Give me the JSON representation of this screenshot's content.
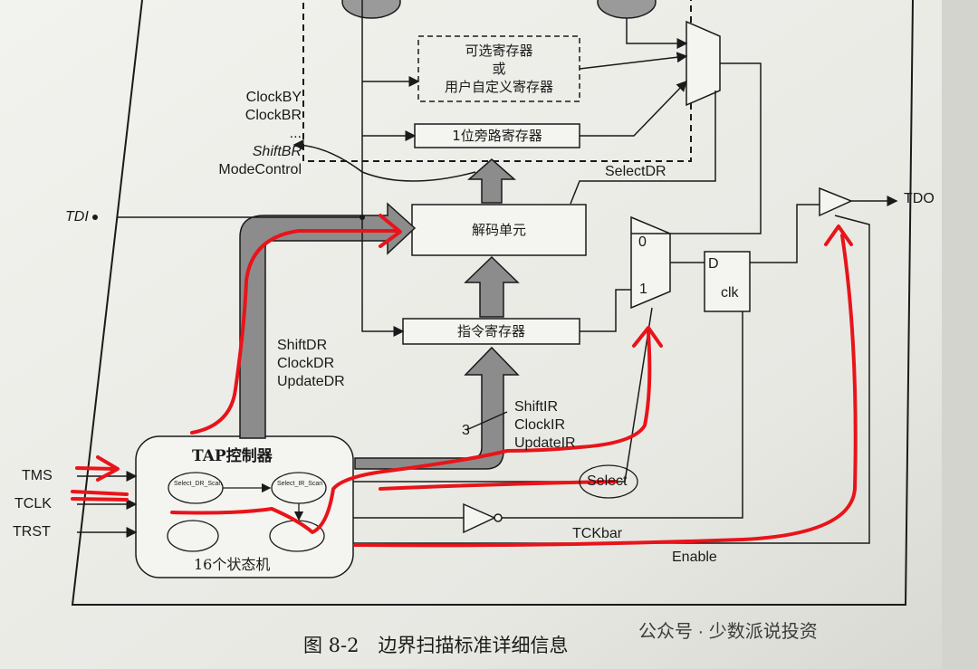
{
  "colors": {
    "paper": "#e9e9e4",
    "ink": "#1a1a1a",
    "bus": "#8c8c8c",
    "highlight": "#e8141a"
  },
  "box": {
    "optional_line1": "可选寄存器",
    "optional_line2": "或",
    "optional_line3": "用户自定义寄存器",
    "bypass": "1位旁路寄存器",
    "decode": "解码单元",
    "instruction": "指令寄存器",
    "dff_d": "D",
    "dff_clk": "clk"
  },
  "tap": {
    "title": "TAP控制器",
    "footer": "16个状态机",
    "state1": "Select_DR_Scan",
    "state2": "Select_IR_Scan"
  },
  "signals": {
    "left": [
      "ClockBY",
      "ClockBR",
      "...",
      "ShiftBR",
      "ModeControl"
    ],
    "tdi": "TDI",
    "tdo": "TDO",
    "tms": "TMS",
    "tclk": "TCLK",
    "trst": "TRST",
    "selectdr": "SelectDR",
    "dr_group": [
      "ShiftDR",
      "ClockDR",
      "UpdateDR"
    ],
    "ir_group": [
      "ShiftIR",
      "ClockIR",
      "UpdateIR"
    ],
    "bus_width": "3",
    "select": "Select",
    "tckbar": "TCKbar",
    "enable": "Enable",
    "mux0": "0",
    "mux1": "1"
  },
  "caption": "图 8-2　边界扫描标准详细信息",
  "watermark": "公众号 · 少数派说投资"
}
